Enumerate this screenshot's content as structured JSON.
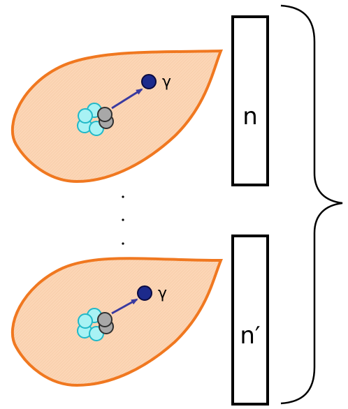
{
  "colors": {
    "blob_fill": "#fcd6b6",
    "blob_stroke": "#f07820",
    "cluster_fill": "#a8f2f4",
    "cluster_stroke": "#20b8c8",
    "particle_fill": "#a8a8a8",
    "particle_stroke": "#303030",
    "arrow": "#3a3aa0",
    "gamma_dot": "#1c2a8c",
    "box_stroke": "#000000"
  },
  "panels": [
    {
      "gamma_label": "γ",
      "box_label": "n"
    },
    {
      "gamma_label": "γ",
      "box_label": "n′"
    }
  ],
  "ellipsis": "· · ·",
  "icons": [
    "cluster-icon",
    "emission-arrow-icon",
    "gamma-dot-icon",
    "curly-brace-icon"
  ]
}
